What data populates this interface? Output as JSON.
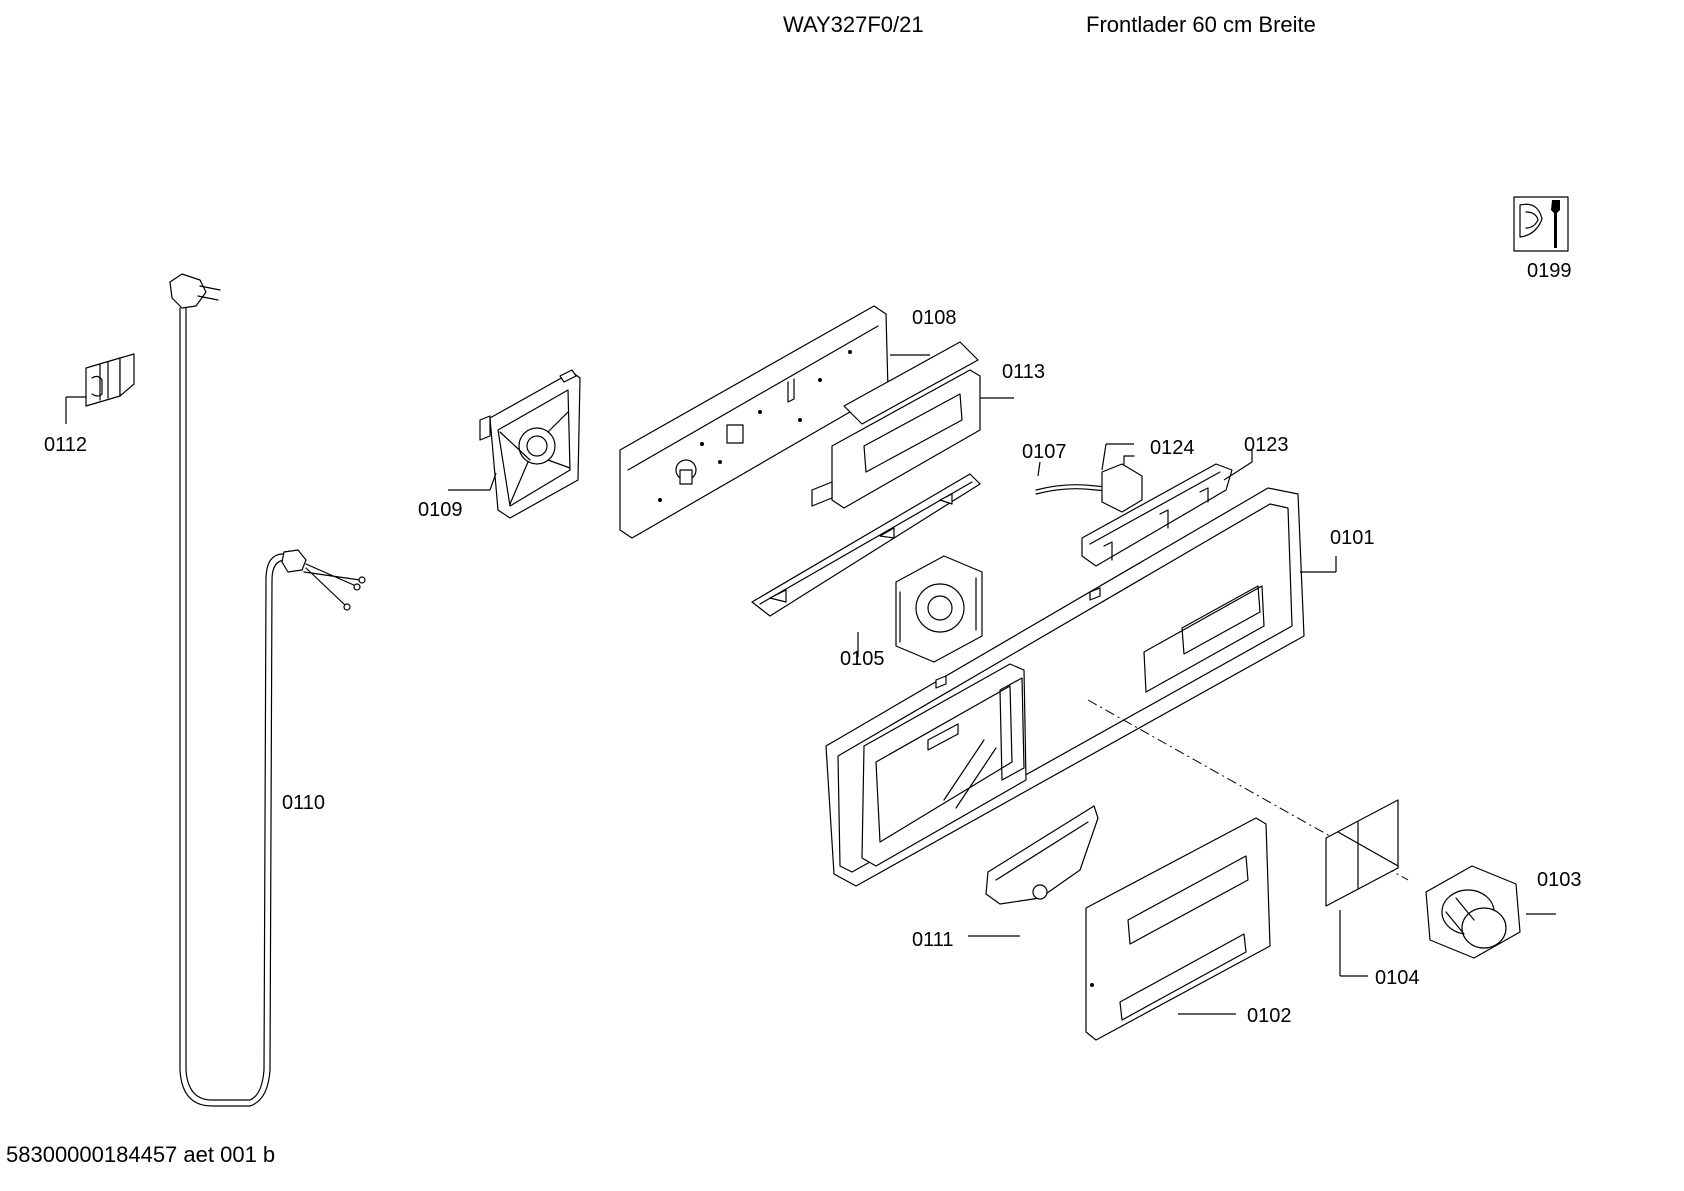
{
  "header": {
    "model": "WAY327F0/21",
    "description": "Frontlader 60 cm Breite"
  },
  "footer": {
    "code": "58300000184457 aet 001 b"
  },
  "parts": [
    {
      "number": "0199",
      "icon": "service-tool-icon"
    },
    {
      "number": "0108"
    },
    {
      "number": "0113"
    },
    {
      "number": "0112"
    },
    {
      "number": "0109"
    },
    {
      "number": "0107"
    },
    {
      "number": "0124"
    },
    {
      "number": "0123"
    },
    {
      "number": "0101"
    },
    {
      "number": "0105"
    },
    {
      "number": "0110"
    },
    {
      "number": "0103"
    },
    {
      "number": "0111"
    },
    {
      "number": "0104"
    },
    {
      "number": "0102"
    }
  ]
}
